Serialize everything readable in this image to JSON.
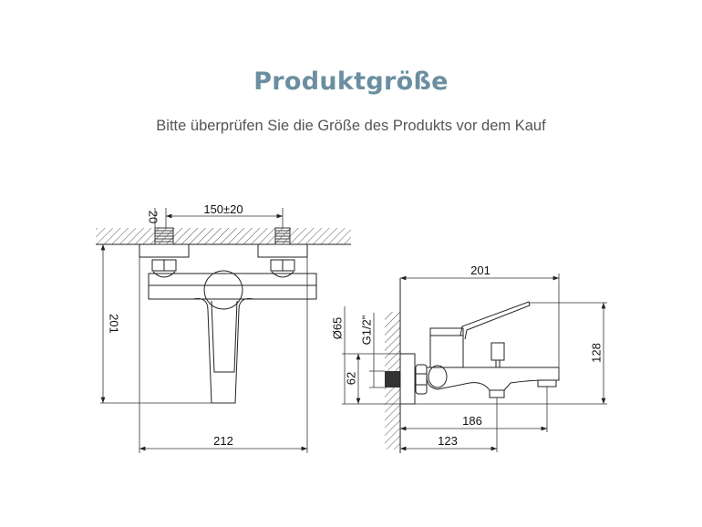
{
  "header": {
    "title": "Produktgröße",
    "subtitle": "Bitte überprüfen Sie die Größe des Produkts vor dem Kauf"
  },
  "colors": {
    "title": "#6a8fa0",
    "lines": "#222222"
  },
  "front_view": {
    "dim_thread": "20",
    "dim_spacing": "150±20",
    "dim_height": "201",
    "dim_width": "212"
  },
  "side_view": {
    "dim_depth": "201",
    "dim_height": "128",
    "dim_escutcheon_diameter": "Ø65",
    "dim_thread": "G1/2\"",
    "dim_escutcheon_height": "62",
    "dim_outlet_2": "186",
    "dim_outlet_1": "123"
  }
}
